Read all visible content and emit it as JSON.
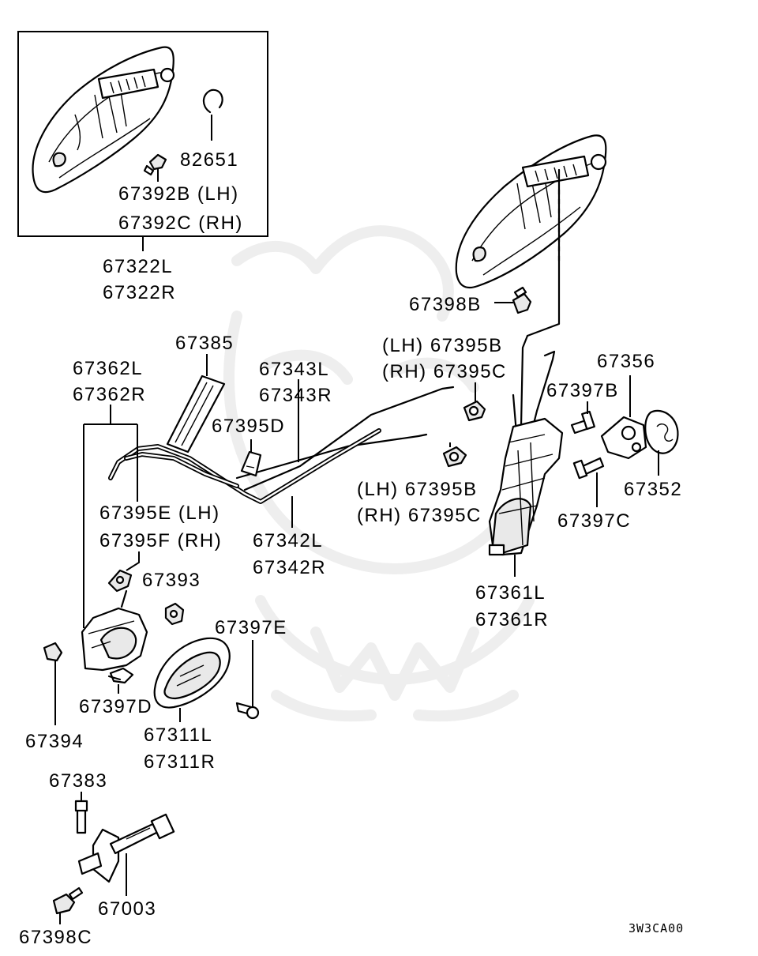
{
  "labels": {
    "p82651": "82651",
    "p67392b": "67392B (LH)",
    "p67392c": "67392C (RH)",
    "p67322l": "67322L",
    "p67322r": "67322R",
    "p67398b": "67398B",
    "p67395b_lh_top": "(LH) 67395B",
    "p67395c_rh_top": "(RH) 67395C",
    "p67385": "67385",
    "p67343l": "67343L",
    "p67343r": "67343R",
    "p67362l": "67362L",
    "p67362r": "67362R",
    "p67395d": "67395D",
    "p67356": "67356",
    "p67397b": "67397B",
    "p67352": "67352",
    "p67397c": "67397C",
    "p67395b_lh_mid": "(LH) 67395B",
    "p67395c_rh_mid": "(RH) 67395C",
    "p67395e": "67395E (LH)",
    "p67395f": "67395F (RH)",
    "p67342l": "67342L",
    "p67342r": "67342R",
    "p67393": "67393",
    "p67361l": "67361L",
    "p67361r": "67361R",
    "p67397e": "67397E",
    "p67394": "67394",
    "p67397d": "67397D",
    "p67311l": "67311L",
    "p67311r": "67311R",
    "p67383": "67383",
    "p67003": "67003",
    "p67398c": "67398C"
  },
  "diagram_code": "3W3CA00"
}
